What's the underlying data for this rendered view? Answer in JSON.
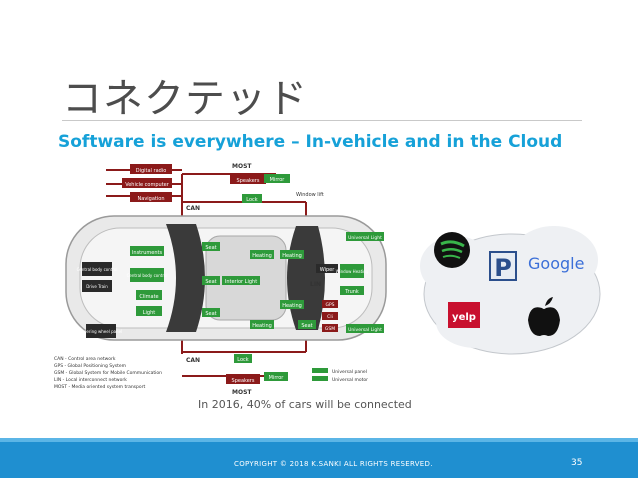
{
  "slide": {
    "title": "コネクテッド",
    "footer_copyright": "COPYRIGHT © 2018 K.SANKI ALL RIGHTS RESERVED.",
    "page_number": "35"
  },
  "figure": {
    "heading": "Software is everywhere – In-vehicle and in the Cloud",
    "caption": "In 2016, 40% of cars will be connected",
    "bus_labels": [
      "MOST",
      "CAN",
      "LIN",
      "CAN",
      "MOST"
    ],
    "top_boxes": [
      "Digital radio",
      "Vehicle computer",
      "Navigation",
      "Speakers",
      "Lock",
      "Mirror",
      "Window lift"
    ],
    "left_boxes": [
      "Instruments",
      "Central body control",
      "Drive Train",
      "Central body control",
      "Climate",
      "Light",
      "Steering wheel panel"
    ],
    "car_boxes": [
      "Seat",
      "Heating",
      "Seat",
      "Interior Light",
      "Seat",
      "Heating",
      "Heating",
      "Heating",
      "Seat",
      "Wiper",
      "Window Heating",
      "Trunk",
      "GPS",
      "Cli",
      "GSM"
    ],
    "right_boxes": [
      "Universal Light",
      "Universal Light"
    ],
    "bottom_boxes": [
      "Lock",
      "Speakers",
      "Mirror"
    ],
    "legend": [
      "CAN - Control area network",
      "GPS - Global Positioning System",
      "GSM - Global System for Mobile Communication",
      "LIN - Local interconnect network",
      "MOST - Media oriented system transport"
    ],
    "legend_keys": [
      "Universal panel",
      "Universal motor"
    ],
    "cloud_logos": {
      "spotify_icon": "spotify-icon",
      "pandora_letter": "P",
      "google": "Google",
      "yelp": "yelp",
      "apple_icon": "apple-icon"
    },
    "colors": {
      "accent_blue": "#16a1d8",
      "footer_blue": "#1f8fd0",
      "bus_red": "#8b1a1a",
      "node_green": "#2e9a3a"
    }
  }
}
